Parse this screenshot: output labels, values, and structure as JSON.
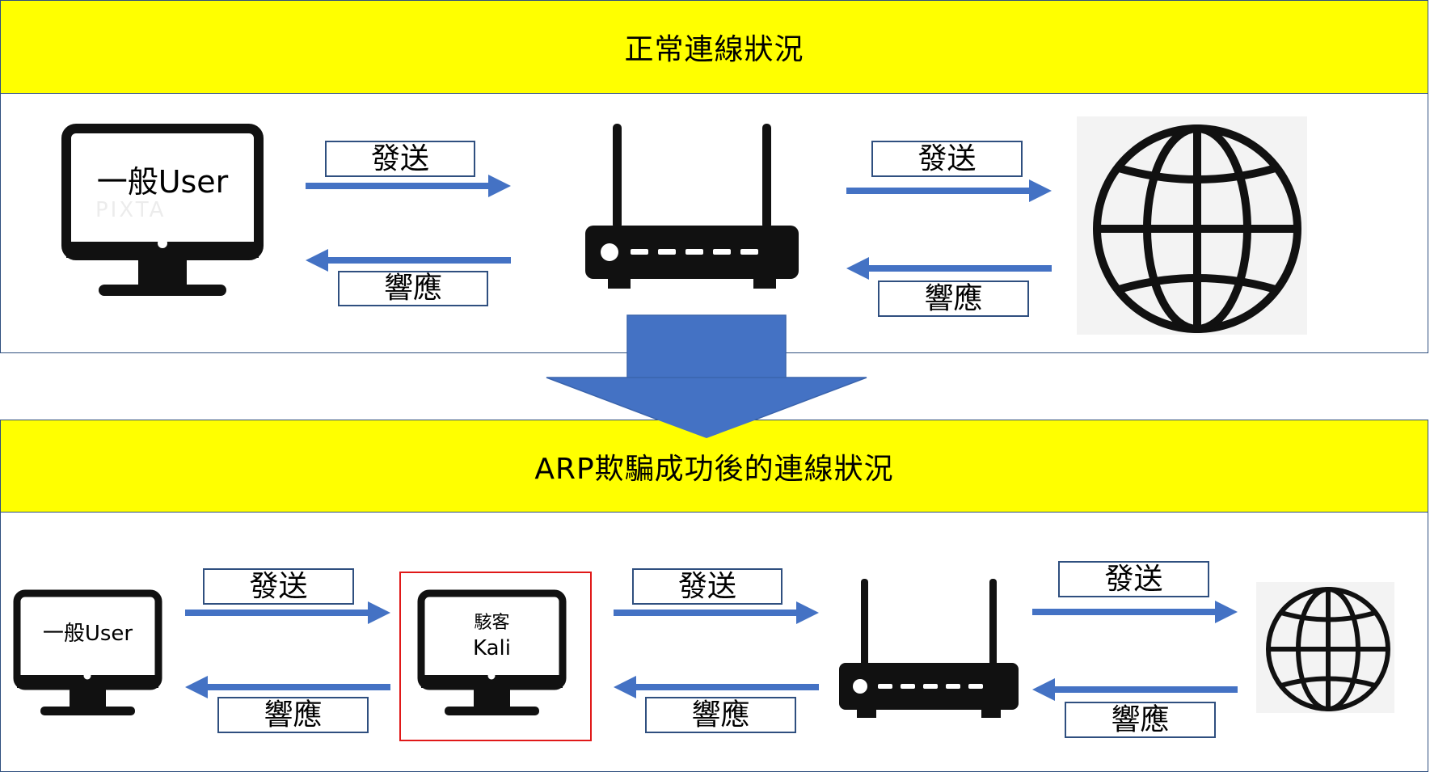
{
  "top_section": {
    "title": "正常連線狀況",
    "send_label_1": "發送",
    "send_label_2": "發送",
    "reply_label_1": "響應",
    "reply_label_2": "響應",
    "user_label": "一般User"
  },
  "bottom_section": {
    "title": "ARP欺騙成功後的連線狀況",
    "send_label_1": "發送",
    "send_label_2": "發送",
    "send_label_3": "發送",
    "reply_label_1": "響應",
    "reply_label_2": "響應",
    "reply_label_3": "響應",
    "user_label": "一般User",
    "hacker_label": "駭客",
    "hacker_os": "Kali"
  },
  "watermark": "PIXTA",
  "icons": {
    "computer": "monitor-icon",
    "router": "router-icon",
    "internet": "globe-icon",
    "transition": "down-arrow-icon"
  },
  "colors": {
    "banner": "#ffff00",
    "arrow": "#4472c4",
    "border": "#2f4f7f",
    "hacker_frame": "#e01818",
    "icon": "#111111"
  }
}
